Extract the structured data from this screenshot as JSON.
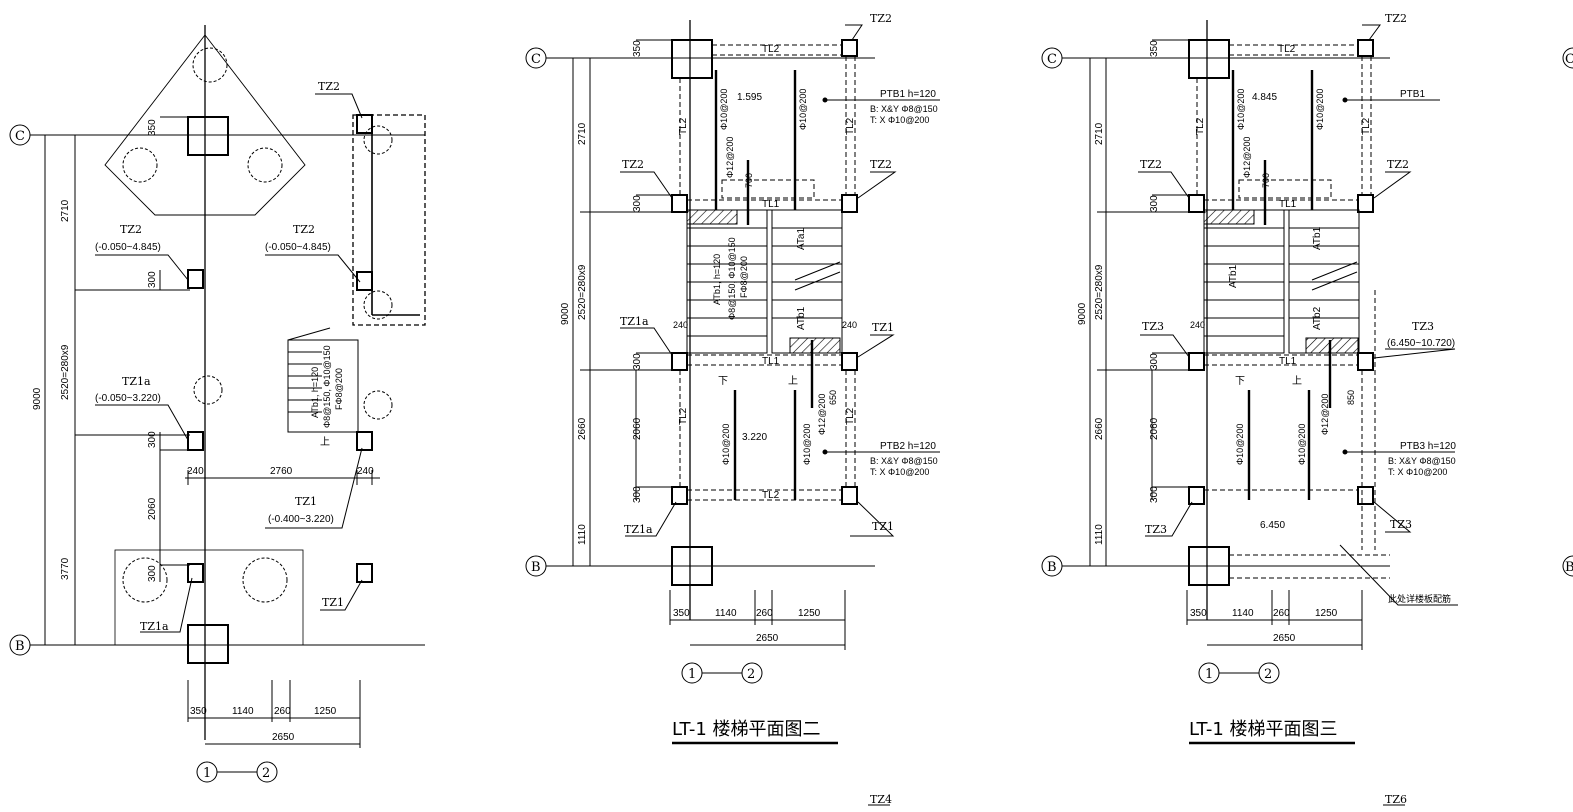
{
  "panel1": {
    "grid_c": "C",
    "grid_b": "B",
    "axis_1": "1",
    "axis_2": "2",
    "dims_left": [
      "2710",
      "2520=280x9",
      "3770",
      "9000"
    ],
    "dims_small": [
      "350",
      "300",
      "300",
      "300",
      "2060"
    ],
    "dims_bottom": [
      "350",
      "1140",
      "260",
      "1250",
      "2650"
    ],
    "dims_mid": [
      "240",
      "2760",
      "240"
    ],
    "labels": {
      "tz2_top": "TZ2",
      "tz2_left": "TZ2",
      "tz2_left_range": "(-0.050~4.845)",
      "tz2_mid": "TZ2",
      "tz2_mid_range": "(-0.050~4.845)",
      "tz1a": "TZ1a",
      "tz1a_range": "(-0.050~3.220)",
      "tz1": "TZ1",
      "tz1_range": "(-0.400~3.220)",
      "tz1_bottom": "TZ1",
      "tz1a_bottom": "TZ1a",
      "stair_h": "ATb1, h=120",
      "stair_r1": "Φ8@150, Φ10@150",
      "stair_r2": "FΦ8@200",
      "up": "上"
    }
  },
  "panel2": {
    "title": "LT-1  楼梯平面图二",
    "grid_c": "C",
    "grid_b": "B",
    "axis_1": "1",
    "axis_2": "2",
    "dims_left": [
      "350",
      "2710",
      "300",
      "2520=280x9",
      "9000",
      "300",
      "2660",
      "2060",
      "300",
      "1110"
    ],
    "dims_bottom": [
      "350",
      "1140",
      "260",
      "1250",
      "2650"
    ],
    "labels": {
      "tz2_tr": "TZ2",
      "tz2_l": "TZ2",
      "tz2_r": "TZ2",
      "tz1a_l": "TZ1a",
      "tz1_r": "TZ1",
      "tz1_br": "TZ1",
      "tz1a_bl": "TZ1a",
      "tl2_top": "TL2",
      "tl2_bottom": "TL2",
      "tl2_l1": "TL2",
      "tl2_r1": "TL2",
      "tl2_l2": "TL2",
      "tl2_r2": "TL2",
      "tl1_top": "TL1",
      "tl1_bottom": "TL1",
      "elev_top": "1.595",
      "elev_bottom": "3.220",
      "ptb1": "PTB1 h=120",
      "ptb1_b": "B: X&Y Φ8@150",
      "ptb1_t": "T: X Φ10@200",
      "ptb2": "PTB2 h=120",
      "ptb2_b": "B: X&Y Φ8@150",
      "ptb2_t": "T: X Φ10@200",
      "r1": "Φ10@200",
      "r2": "Φ10@200",
      "r3": "Φ12@200",
      "d700": "700",
      "r4": "Φ10@200",
      "r5": "Φ10@200",
      "r6": "Φ12@200",
      "d650": "650",
      "ata1": "ATa1",
      "atb1": "ATb1",
      "stair_h": "ATb1, h=120",
      "stair_r1": "Φ8@150, Φ10@150",
      "stair_r2": "FΦ8@200",
      "d240a": "240",
      "d240b": "240",
      "down": "下",
      "up": "上"
    }
  },
  "panel3": {
    "title": "LT-1  楼梯平面图三",
    "grid_c": "C",
    "grid_b": "B",
    "axis_1": "1",
    "axis_2": "2",
    "dims_left": [
      "350",
      "2710",
      "300",
      "2520=280x9",
      "9000",
      "300",
      "2660",
      "2060",
      "300",
      "1110"
    ],
    "dims_bottom": [
      "350",
      "1140",
      "260",
      "1250",
      "2650"
    ],
    "labels": {
      "tz2_tr": "TZ2",
      "tz2_l": "TZ2",
      "tz2_r": "TZ2",
      "tz3_l": "TZ3",
      "tz3_r": "TZ3",
      "tz3_r_range": "(6.450~10.720)",
      "tz3_bl": "TZ3",
      "tz3_br": "TZ3",
      "tl2_top": "TL2",
      "tl2_l1": "TL2",
      "tl2_r1": "TL2",
      "tl1_top": "TL1",
      "tl1_bottom": "TL1",
      "elev_top": "4.845",
      "elev_bottom": "6.450",
      "ptb1": "PTB1",
      "ptb3": "PTB3 h=120",
      "ptb3_b": "B: X&Y Φ8@150",
      "ptb3_t": "T: X Φ10@200",
      "r1": "Φ10@200",
      "r2": "Φ10@200",
      "r3": "Φ12@200",
      "d700": "700",
      "r4": "Φ10@200",
      "r5": "Φ10@200",
      "r6": "Φ12@200",
      "d850": "850",
      "atb1a": "ATb1",
      "atb1b": "ATb1",
      "atb2": "ATb2",
      "d240": "240",
      "note": "此处详楼板配筋",
      "down": "下",
      "up": "上"
    }
  },
  "bottom_tags": [
    "TZ4",
    "TZ6"
  ],
  "edge_letters": [
    "C",
    "B"
  ]
}
